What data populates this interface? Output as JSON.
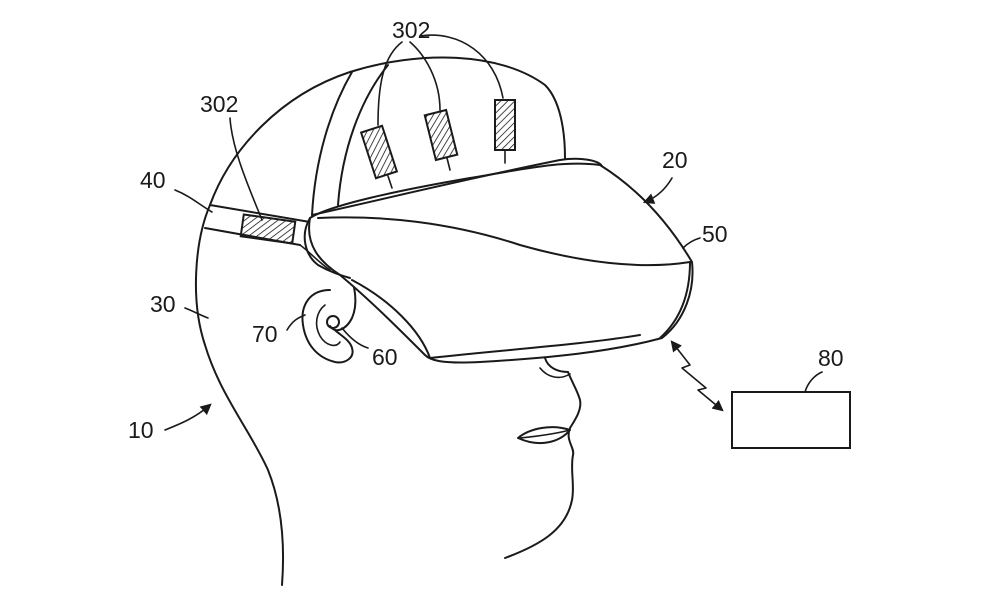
{
  "labels": {
    "user": "10",
    "hmd": "20",
    "head": "30",
    "strap": "40",
    "display_unit": "50",
    "earphone": "60",
    "ear": "70",
    "external_device": "80",
    "sensor_left": "302",
    "sensor_top": "302"
  },
  "icons": {
    "wireless_link": "lightning-zigzag-arrow"
  },
  "colors": {
    "line": "#1a1a1a",
    "background": "#ffffff",
    "hatch": "#1a1a1a"
  }
}
